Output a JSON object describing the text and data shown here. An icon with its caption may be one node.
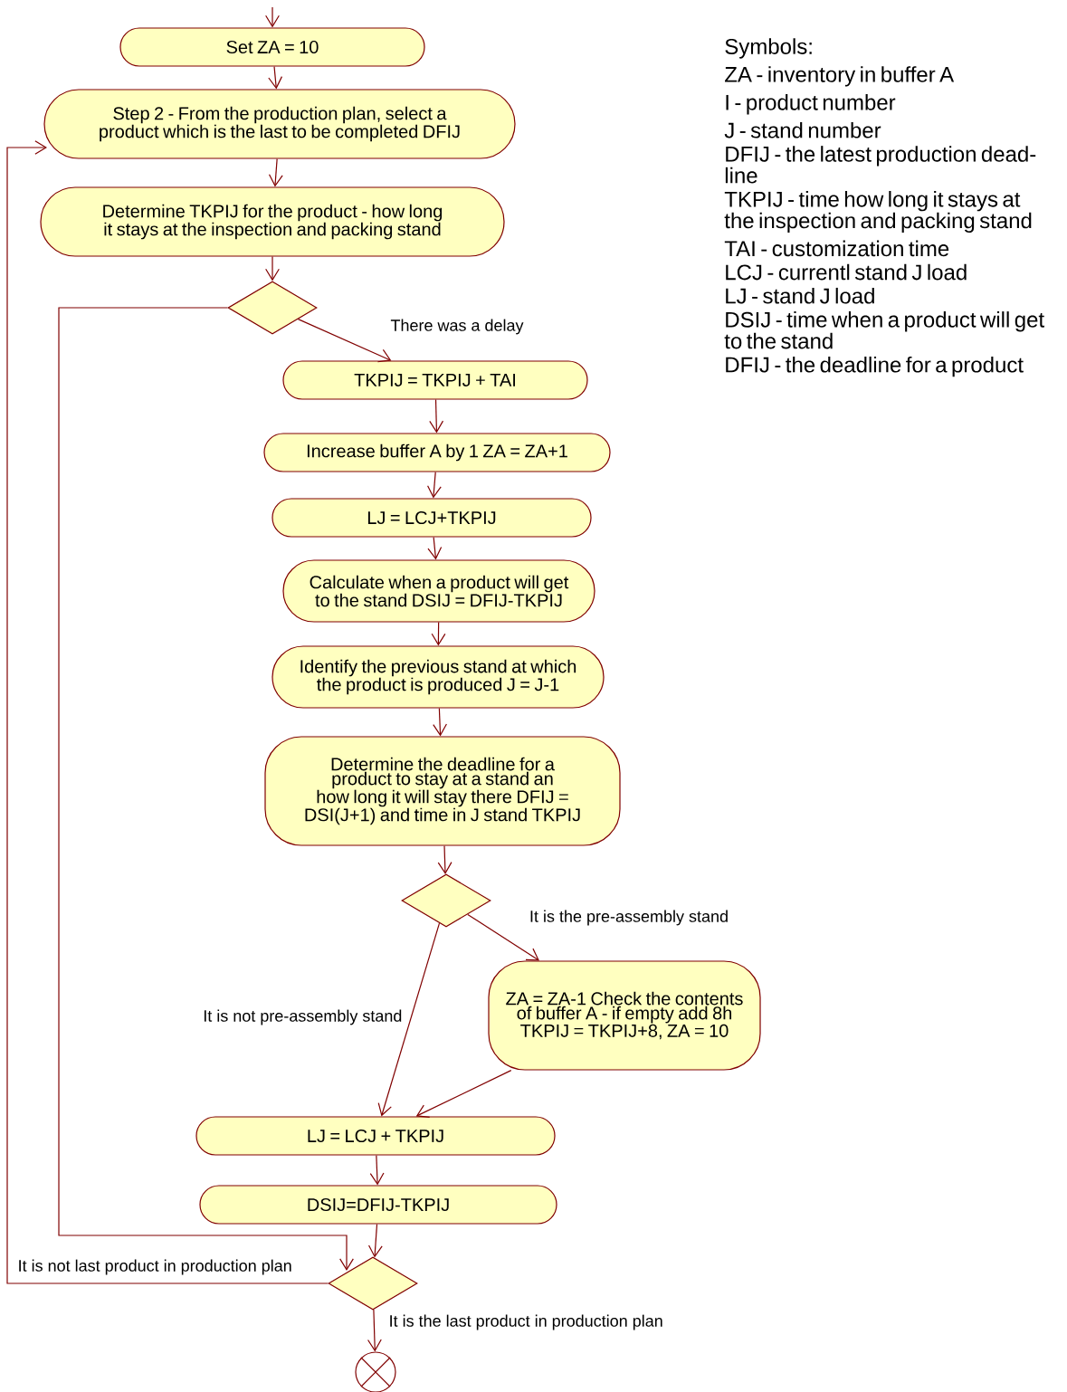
{
  "diagram": {
    "nodes": [
      {
        "text": [
          "Set ZA = 10"
        ]
      },
      {
        "text": [
          "Step 2 - From the production plan, select a product which is the last to be completed DFIJ"
        ]
      },
      {
        "text": [
          "Determine TKPIJ for the product - how long it stays at the inspection and packing stand"
        ]
      },
      {
        "text": [],
        "shape": "diamond"
      },
      {
        "text": [
          "TKPIJ = TKPIJ + TAI"
        ]
      },
      {
        "text": [
          "Increase buffer A by 1 ZA = ZA+1"
        ]
      },
      {
        "text": [
          "LJ = LCJ+TKPIJ"
        ]
      },
      {
        "text": [
          "Calculate when a product will get to the stand DSIJ = DFIJ-TKPIJ"
        ]
      },
      {
        "text": [
          "Identify the previous stand at which the product is produced J = J-1"
        ]
      },
      {
        "text": [
          "Determine the deadline for a product to stay at a stand an how long it will stay there DFIJ = DSI(J+1) and time in J stand TKPIJ"
        ]
      },
      {
        "text": [],
        "shape": "diamond"
      },
      {
        "text": [
          "ZA = ZA-1 Check the contents of buffer A - if empty add 8h TKPIJ = TKPIJ+8, ZA = 10"
        ]
      },
      {
        "text": [
          "LJ = LCJ + TKPIJ"
        ]
      },
      {
        "text": [
          "DSIJ=DFIJ-TKPIJ"
        ]
      },
      {
        "text": [],
        "shape": "diamond"
      },
      {
        "text": [],
        "shape": "circle"
      }
    ],
    "edges": [
      {
        "from": null,
        "to": 0,
        "arrow": "to"
      },
      {
        "from": 0,
        "to": 1,
        "arrow": "to"
      },
      {
        "from": 1,
        "to": 2,
        "arrow": "to"
      },
      {
        "from": 2,
        "to": 3,
        "arrow": "to"
      },
      {
        "from": 3,
        "to": 4,
        "arrow": "to",
        "label": "There was a delay"
      },
      {
        "from": 4,
        "to": 5,
        "arrow": "to"
      },
      {
        "from": 5,
        "to": 6,
        "arrow": "to"
      },
      {
        "from": 6,
        "to": 7,
        "arrow": "to"
      },
      {
        "from": 7,
        "to": 8,
        "arrow": "to"
      },
      {
        "from": 8,
        "to": 9,
        "arrow": "to"
      },
      {
        "from": 9,
        "to": 10,
        "arrow": "to"
      },
      {
        "from": 10,
        "to": 11,
        "arrow": "to",
        "label": "It is the pre-assembly stand"
      },
      {
        "from": 10,
        "to": 12,
        "arrow": "to",
        "label": "It is not pre-assembly stand"
      },
      {
        "from": 11,
        "to": 12,
        "arrow": "to"
      },
      {
        "from": 12,
        "to": 13,
        "arrow": "to"
      },
      {
        "from": 13,
        "to": 14,
        "arrow": "to"
      },
      {
        "from": 3,
        "to": 14,
        "arrow": "to"
      },
      {
        "from": 14,
        "to": 1,
        "arrow": "to",
        "label": "It is not last product in production plan"
      },
      {
        "from": 14,
        "to": 15,
        "arrow": "to",
        "label": "It is the last product in production plan"
      }
    ],
    "labels": [
      "Symbols:",
      "ZA - inventory in buffer A",
      "I - product number",
      "J - stand number",
      "DFIJ - the latest production dead-line",
      "TKPIJ - time how long it stays at the inspection and packing stand",
      "TAI - customization time",
      "LCJ - currentl stand J load",
      "LJ - stand J load",
      "DSIJ - time when a product will get to the stand",
      "DFIJ - the deadline for a product"
    ]
  }
}
